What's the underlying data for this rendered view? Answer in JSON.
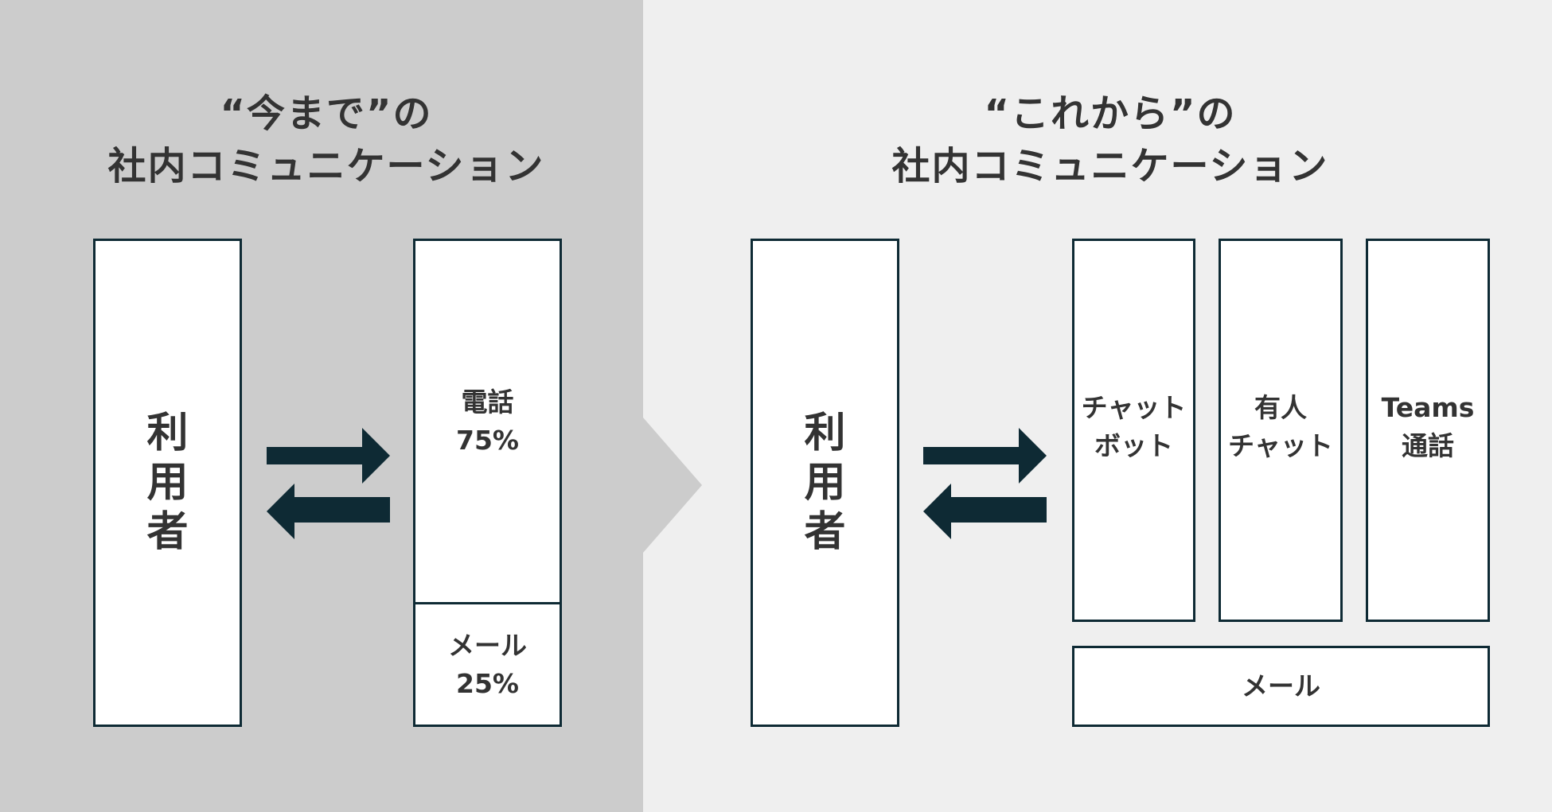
{
  "colors": {
    "left_panel": "#cccccc",
    "right_panel": "#efefef",
    "box_border": "#0e2a34",
    "box_fill": "#ffffff",
    "arrow": "#0e2a34",
    "text": "#333333"
  },
  "left": {
    "title_line1": "“今まで”の",
    "title_line2": "社内コミュニケーション",
    "user_box": "利用者",
    "phone": "電話\n75%",
    "mail": "メール\n25%",
    "mail_share_percent": 25
  },
  "right": {
    "title_line1": "“これから”の",
    "title_line2": "社内コミュニケーション",
    "user_box": "利用者",
    "chatbot": "チャット\nボット",
    "manned_chat": "有人\nチャット",
    "teams": "Teams\n通話",
    "mail": "メール"
  },
  "icons": [
    "bidirectional-arrows-icon",
    "chevron-right-icon"
  ]
}
